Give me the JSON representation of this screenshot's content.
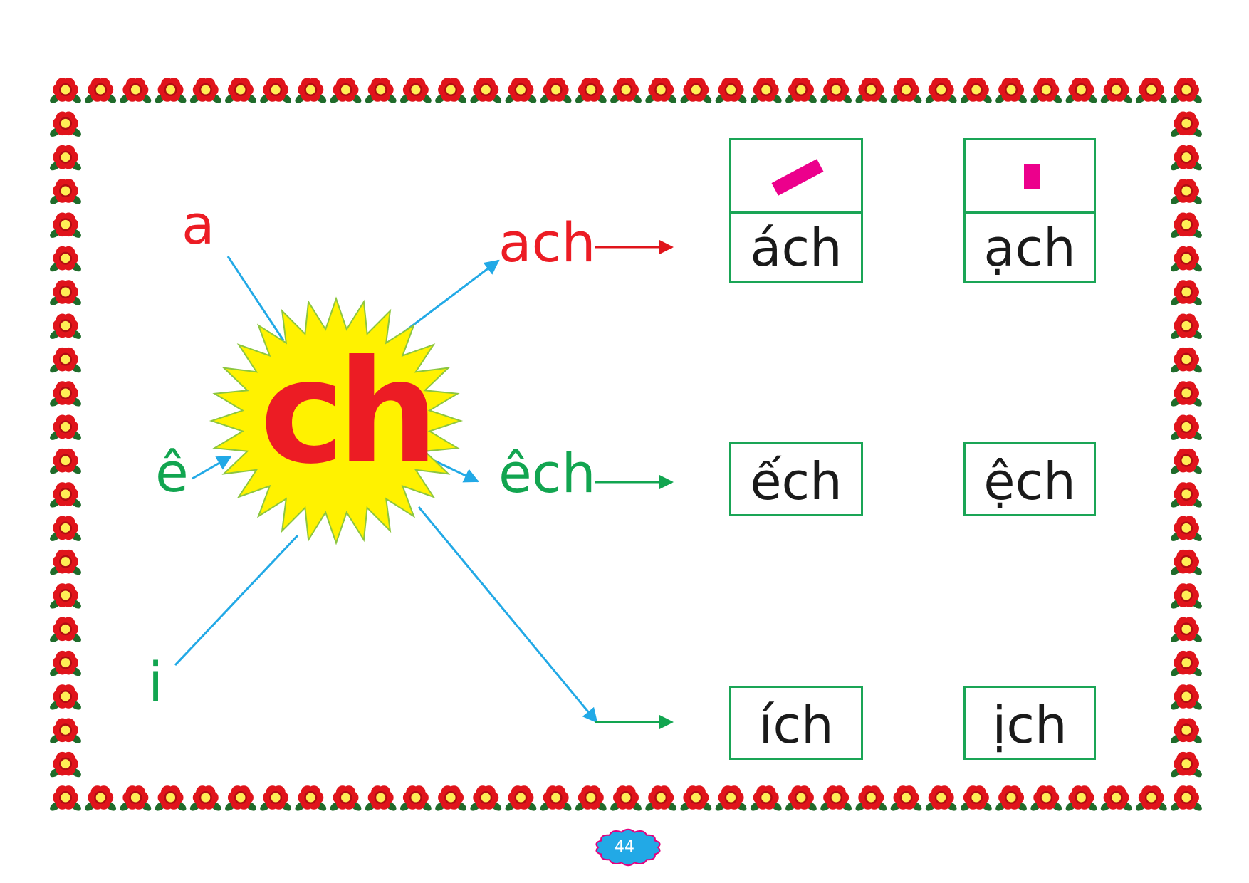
{
  "colors": {
    "flower_petal": "#e0141b",
    "flower_center": "#ffee55",
    "leaf": "#1f6b2a",
    "arrow_blue": "#22a9e6",
    "arrow_red": "#e0141b",
    "arrow_green": "#12a550",
    "burst_fill": "#fff200",
    "burst_stroke": "#8dc63f",
    "center_text": "#ec1c24",
    "tone_mark": "#ec008c",
    "card_border": "#1aa556",
    "page_badge": "#22a9e6",
    "page_badge_edge": "#e3007e"
  },
  "center": {
    "label": "ch"
  },
  "vowels": {
    "a": "a",
    "e": "ê",
    "i": "i"
  },
  "results": {
    "ach": "ach",
    "ech": "êch"
  },
  "tone_icons": [
    "sac-tone-mark",
    "nang-tone-mark"
  ],
  "cards": [
    {
      "word": "ách"
    },
    {
      "word": "ạch"
    },
    {
      "word": "ếch"
    },
    {
      "word": "ệch"
    },
    {
      "word": "ích"
    },
    {
      "word": "ịch"
    }
  ],
  "page": {
    "number": "44"
  }
}
